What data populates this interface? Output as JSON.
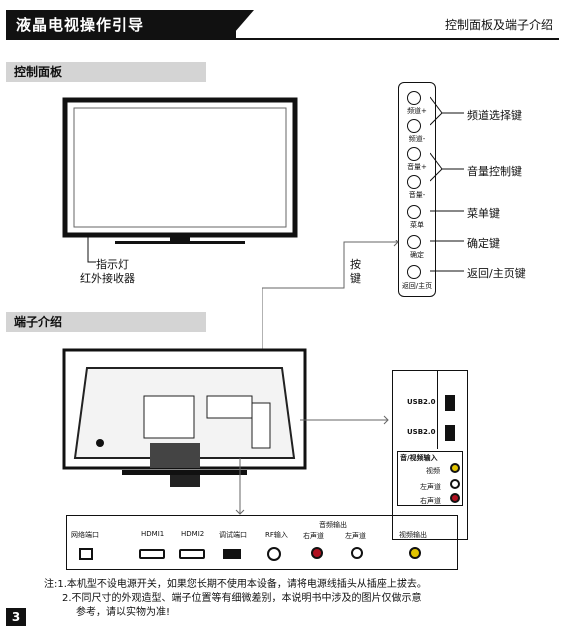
{
  "header": {
    "title": "液晶电视操作引导",
    "section_title": "控制面板及端子介绍"
  },
  "control_panel": {
    "section_label": "控制面板",
    "indicator_label": "指示灯",
    "ir_label": "红外接收器",
    "keys_label_top": "按",
    "keys_label_bottom": "键",
    "buttons": [
      {
        "label": "频道+"
      },
      {
        "label": "频道-"
      },
      {
        "label": "音量+"
      },
      {
        "label": "音量-"
      },
      {
        "label": "菜单"
      },
      {
        "label": "确定"
      },
      {
        "label": "返回/主页"
      }
    ],
    "callouts": {
      "channel": "频道选择键",
      "volume": "音量控制键",
      "menu": "菜单键",
      "ok": "确定键",
      "back": "返回/主页键"
    }
  },
  "terminals": {
    "section_label": "端子介绍",
    "side": {
      "usb1": "USB2.0",
      "usb2": "USB2.0",
      "av_in_title": "音/视频输入",
      "video": "视频",
      "left": "左声道",
      "right": "右声道",
      "colors": {
        "video": "#e2c400",
        "left": "#ffffff",
        "right": "#b01020"
      }
    },
    "bottom": {
      "network": "网络端口",
      "hdmi1": "HDMI1",
      "hdmi2": "HDMI2",
      "debug": "调试端口",
      "rf_in": "RF输入",
      "audio_out": "音频输出",
      "right_ch": "右声道",
      "left_ch": "左声道",
      "video_out": "视频输出"
    }
  },
  "notes": [
    "注:1.本机型不设电源开关，如果您长期不使用本设备，请将电源线插头从插座上拔去。",
    "2.不同尺寸的外观造型、端子位置等有细微差别，本说明书中涉及的图片仅做示意",
    "参考，请以实物为准!"
  ],
  "page_number": "3"
}
